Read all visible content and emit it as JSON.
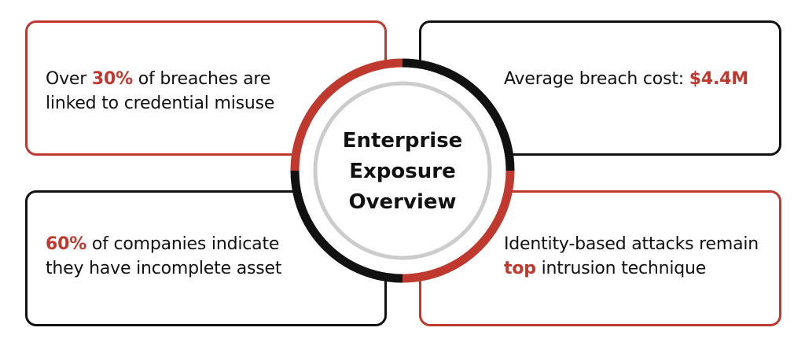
{
  "colors": {
    "accent": "#c0392f",
    "dark": "#111111",
    "ring_inner": "#cccccc",
    "background": "#ffffff"
  },
  "center": {
    "title_lines": [
      "Enterprise",
      "Exposure",
      "Overview"
    ]
  },
  "ring_segments": [
    {
      "position": "top-left",
      "color": "#c0392f"
    },
    {
      "position": "top-right",
      "color": "#111111"
    },
    {
      "position": "bottom-right",
      "color": "#c0392f"
    },
    {
      "position": "bottom-left",
      "color": "#111111"
    }
  ],
  "cards": {
    "top_left": {
      "border": "red",
      "line1_pre": "Over ",
      "line1_highlight": "30%",
      "line1_post": " of breaches are",
      "line2": "linked to credential misuse"
    },
    "top_right": {
      "border": "black",
      "line1_pre": "Average breach cost: ",
      "line1_highlight": "$4.4M"
    },
    "bottom_left": {
      "border": "black",
      "line1_highlight": "60%",
      "line1_post": " of companies indicate",
      "line2": "they have incomplete asset"
    },
    "bottom_right": {
      "border": "red",
      "line1": "Identity-based attacks remain",
      "line2_highlight": "top",
      "line2_post": " intrusion technique"
    }
  }
}
